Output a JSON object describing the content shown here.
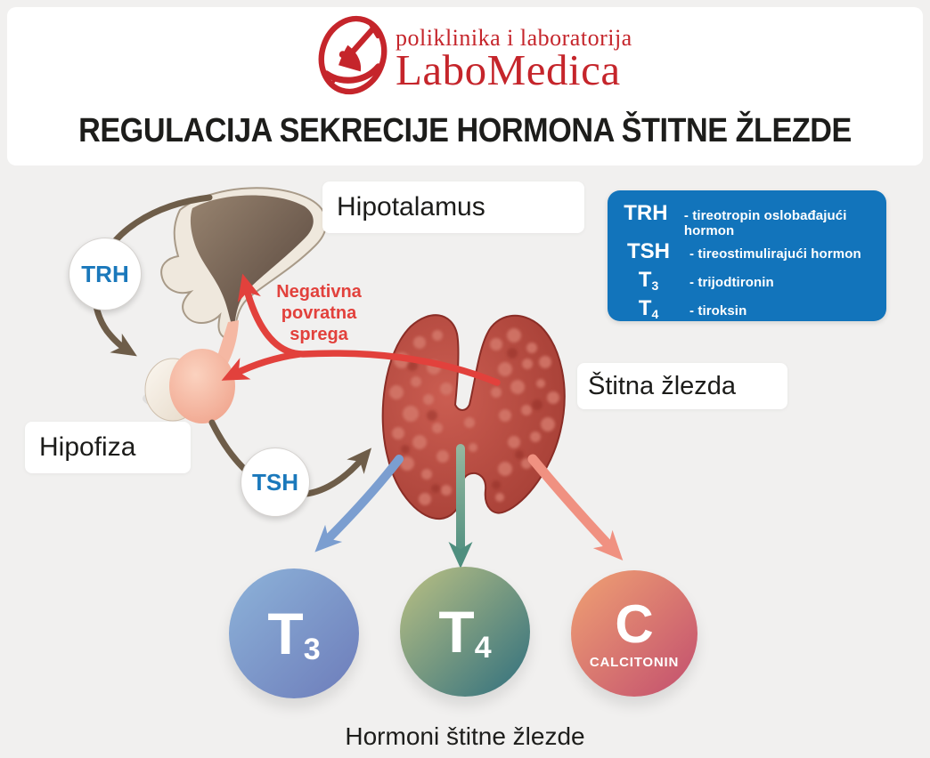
{
  "brand": {
    "tagline": "poliklinika i laboratorija",
    "name": "LaboMedica",
    "color": "#c5252b"
  },
  "title": "REGULACIJA SEKRECIJE HORMONA ŠTITNE ŽLEZDE",
  "labels": {
    "hypothalamus": "Hipotalamus",
    "pituitary": "Hipofiza",
    "thyroid": "Štitna žlezda",
    "footer": "Hormoni štitne žlezde"
  },
  "signals": {
    "trh": "TRH",
    "tsh": "TSH",
    "feedback": "Negativna povratna sprega",
    "text_color": "#1a78bb",
    "feedback_color": "#e2413c",
    "trh_arrow_color": "#6e5d49",
    "tsh_arrow_color": "#6e5d49"
  },
  "legend": {
    "bg_color": "#1274bb",
    "items": [
      {
        "term": "TRH",
        "sub": "",
        "desc": "- tireotropin oslobađajući hormon"
      },
      {
        "term": "TSH",
        "sub": "",
        "desc": "- tireostimulirajući hormon"
      },
      {
        "term": "T",
        "sub": "3",
        "desc": "- trijodtironin"
      },
      {
        "term": "T",
        "sub": "4",
        "desc": "- tiroksin"
      }
    ]
  },
  "hormones": [
    {
      "symbol": "T",
      "sub": "3",
      "caption": "",
      "gradient_from": "#8db3d9",
      "gradient_to": "#6d7cba",
      "arrow_color": "#7b9ed0"
    },
    {
      "symbol": "T",
      "sub": "4",
      "caption": "",
      "gradient_from": "#bcc183",
      "gradient_to": "#2f6f7e",
      "arrow_color": "#4f8f7f"
    },
    {
      "symbol": "C",
      "sub": "",
      "caption": "CALCITONIN",
      "gradient_from": "#f0a273",
      "gradient_to": "#c24e6e",
      "arrow_color": "#f09181"
    }
  ]
}
